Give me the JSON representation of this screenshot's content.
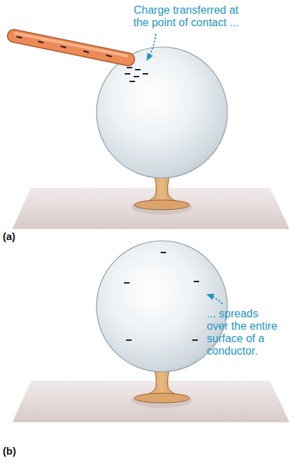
{
  "diagram": {
    "labels": [
      "Charge transferred at the point of contact ...",
      "(a)",
      "... spreads over the entire surface of a conductor.",
      "(b)"
    ]
  }
}
